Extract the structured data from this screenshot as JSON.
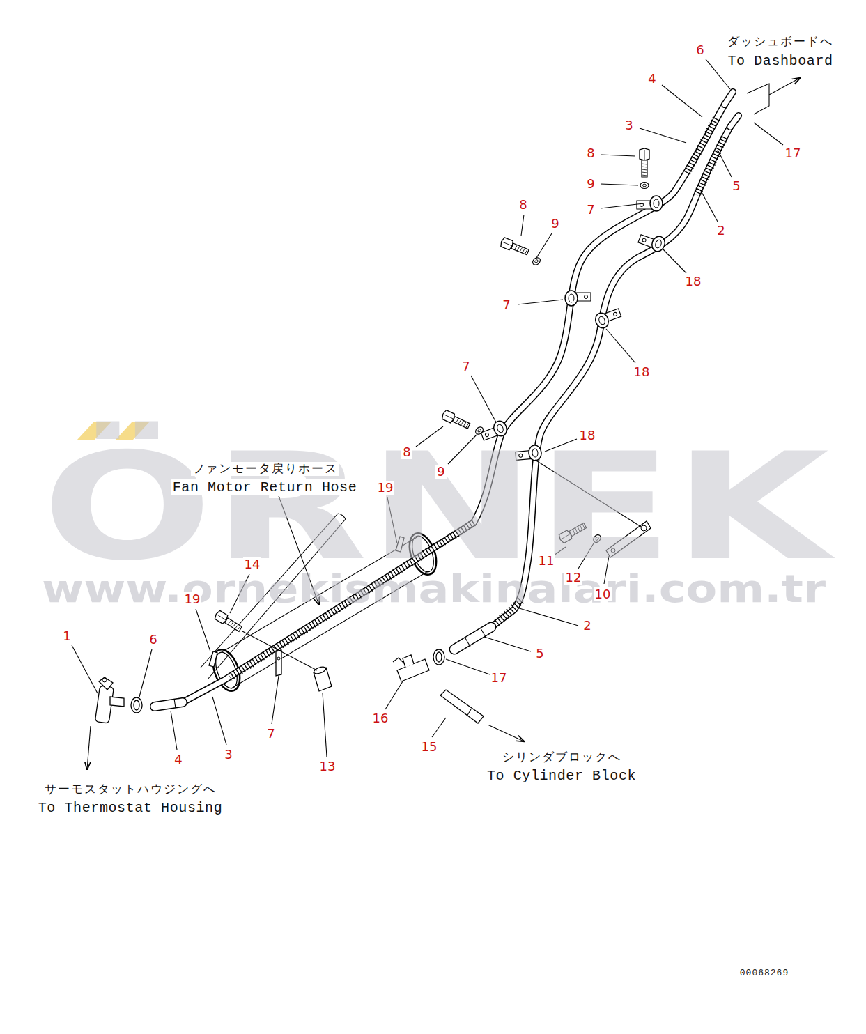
{
  "diagram": {
    "labels": [
      "ダッシュボードへ",
      "To Dashboard",
      "6",
      "4",
      "3",
      "17",
      "8",
      "9",
      "5",
      "8",
      "7",
      "9",
      "2",
      "18",
      "7",
      "7",
      "18",
      "18",
      "8",
      "ファンモータ戻りホース",
      "Fan Motor Return Hose",
      "9",
      "19",
      "ÖRNEK",
      "11",
      "14",
      "12",
      "www.ornekismakinalari.com.tr",
      "10",
      "19",
      "2",
      "1",
      "6",
      "5",
      "17",
      "16",
      "7",
      "15",
      "3",
      "シリンダブロックへ",
      "4",
      "13",
      "To Cylinder Block",
      "サーモスタットハウジングへ",
      "To Thermostat Housing",
      "00068269"
    ]
  }
}
